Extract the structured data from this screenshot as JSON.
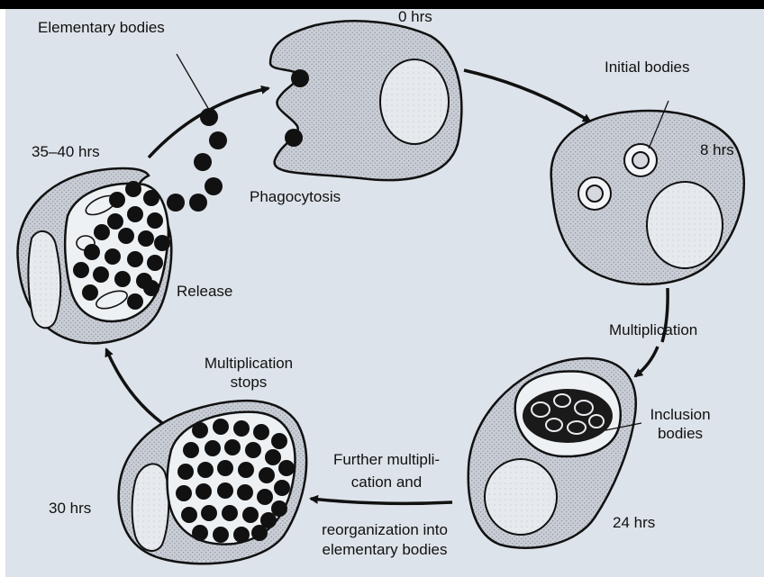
{
  "labels": {
    "elementary_bodies": "Elementary bodies",
    "t0": "0 hrs",
    "initial_bodies": "Initial bodies",
    "t8": "8 hrs",
    "t35_40": "35–40 hrs",
    "phagocytosis": "Phagocytosis",
    "release": "Release",
    "multiplication": "Multiplication",
    "multiplication_stops_1": "Multiplication",
    "multiplication_stops_2": "stops",
    "inclusion_1": "Inclusion",
    "inclusion_2": "bodies",
    "further_1": "Further multipli-",
    "further_2": "cation and",
    "reorg_1": "reorganization into",
    "reorg_2": "elementary bodies",
    "t30": "30 hrs",
    "t24": "24 hrs"
  },
  "colors": {
    "background": "#dde3ea",
    "cell_fill": "#c9ced6",
    "nucleus_fill": "#e9edf2",
    "outline": "#111111"
  }
}
